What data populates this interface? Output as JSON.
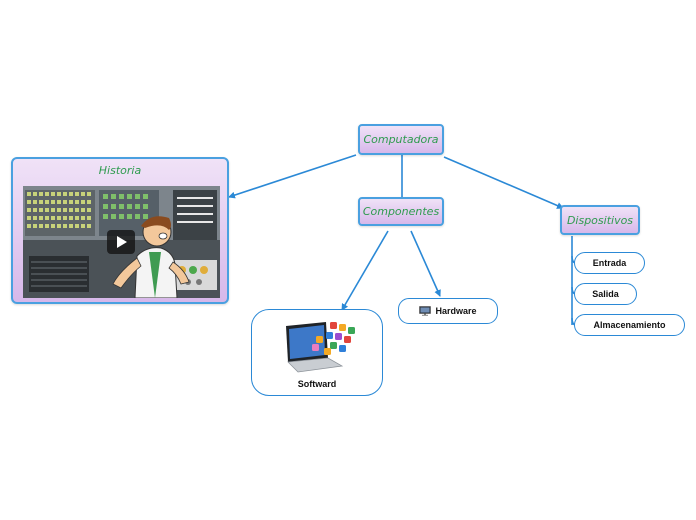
{
  "nodes": {
    "computadora": "Computadora",
    "componentes": "Componentes",
    "dispositivos": "Dispositivos",
    "historia": "Historia",
    "softward": "Softward",
    "hardware": "Hardware",
    "entrada": "Entrada",
    "salida": "Salida",
    "almacenamiento": "Almacenamiento"
  },
  "colors": {
    "node_border": "#4aa0e0",
    "node_fill_top": "#f0e2f7",
    "node_fill_bottom": "#d7b8ea",
    "node_text": "#2f9b4f",
    "connector": "#2b89d6"
  },
  "icons": {
    "historia_media": "play-icon",
    "hardware": "monitor-icon",
    "softward": "laptop-apps-icon"
  }
}
